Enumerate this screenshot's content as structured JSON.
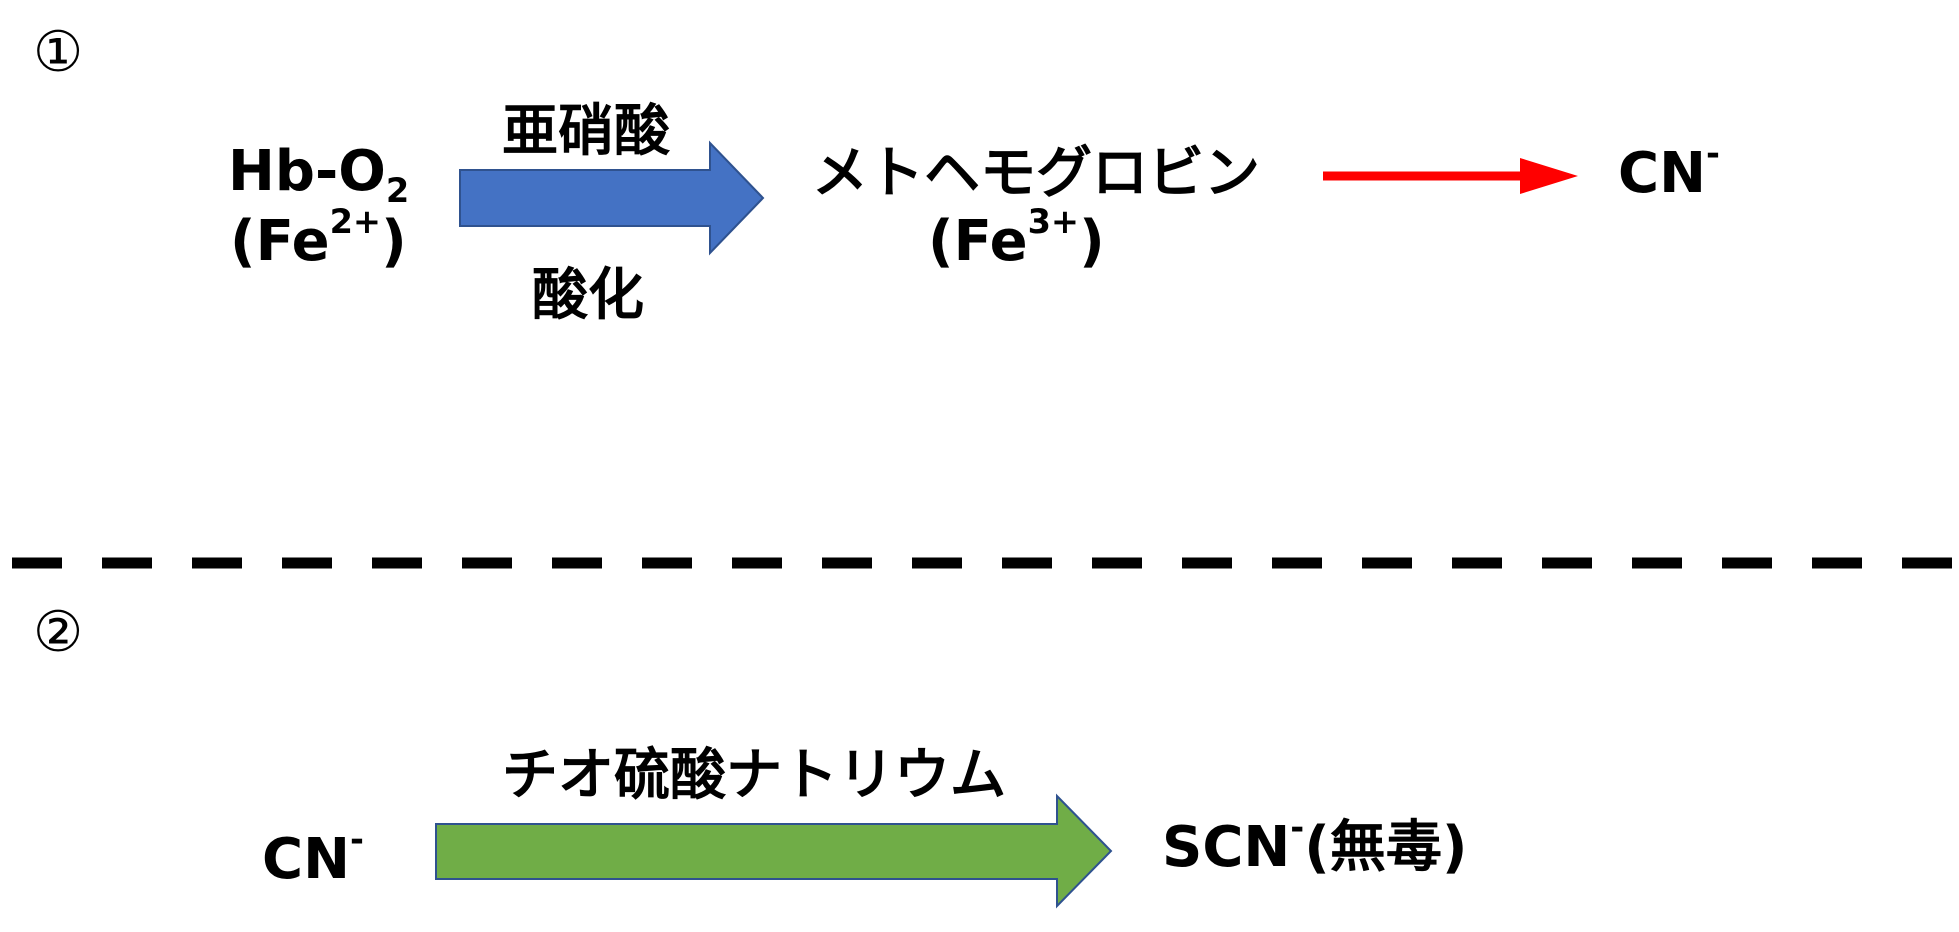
{
  "section1": {
    "marker": "①",
    "reactant": {
      "formula_main": "Hb-O",
      "formula_sub": "2",
      "ion_prefix": "(Fe",
      "ion_charge": "2+",
      "ion_suffix": ")"
    },
    "arrow_label_top": "亜硝酸",
    "arrow_label_bottom": "酸化",
    "product": {
      "name": "メトヘモグロビン",
      "ion_prefix": "(Fe",
      "ion_charge": "3+",
      "ion_suffix": ")"
    },
    "target": {
      "main": "CN",
      "charge": "-"
    }
  },
  "section2": {
    "marker": "②",
    "reactant": {
      "main": "CN",
      "charge": "-"
    },
    "arrow_label_top": "チオ硫酸ナトリウム",
    "product": {
      "main": "SCN",
      "charge": "-",
      "note": "(無毒)"
    }
  },
  "colors": {
    "blue_arrow": "#4472c4",
    "red_arrow": "#ff0000",
    "green_arrow": "#70ad47",
    "divider": "#000000"
  }
}
